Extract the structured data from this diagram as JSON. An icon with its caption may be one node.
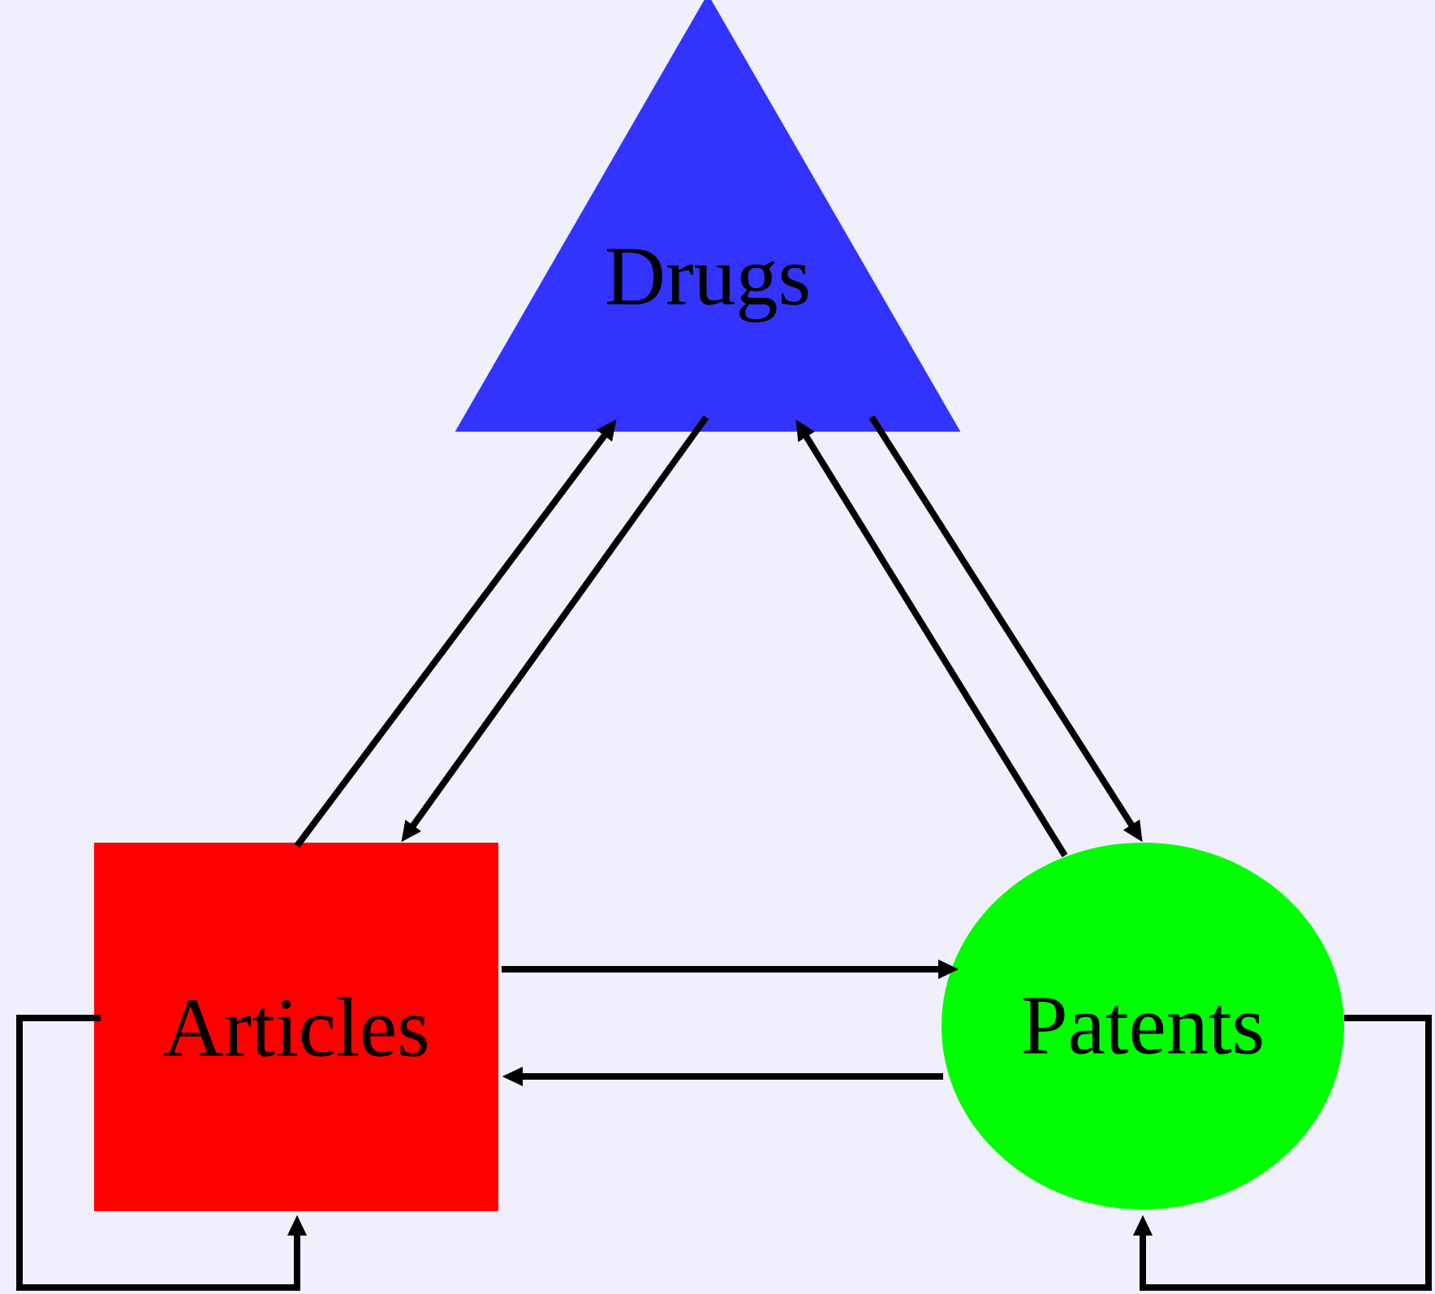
{
  "diagram": {
    "nodes": [
      {
        "text": [
          "Drugs"
        ]
      },
      {
        "text": [
          "Articles"
        ]
      },
      {
        "text": [
          "Patents"
        ]
      }
    ],
    "edges": [
      {
        "from": 1,
        "to": 0,
        "arrow": "to"
      },
      {
        "from": 0,
        "to": 1,
        "arrow": "to"
      },
      {
        "from": 2,
        "to": 0,
        "arrow": "to"
      },
      {
        "from": 0,
        "to": 2,
        "arrow": "to"
      },
      {
        "from": 1,
        "to": 2,
        "arrow": "to"
      },
      {
        "from": 2,
        "to": 1,
        "arrow": "to"
      },
      {
        "from": 1,
        "to": 1,
        "arrow": "to"
      },
      {
        "from": 2,
        "to": 2,
        "arrow": "to"
      }
    ]
  }
}
